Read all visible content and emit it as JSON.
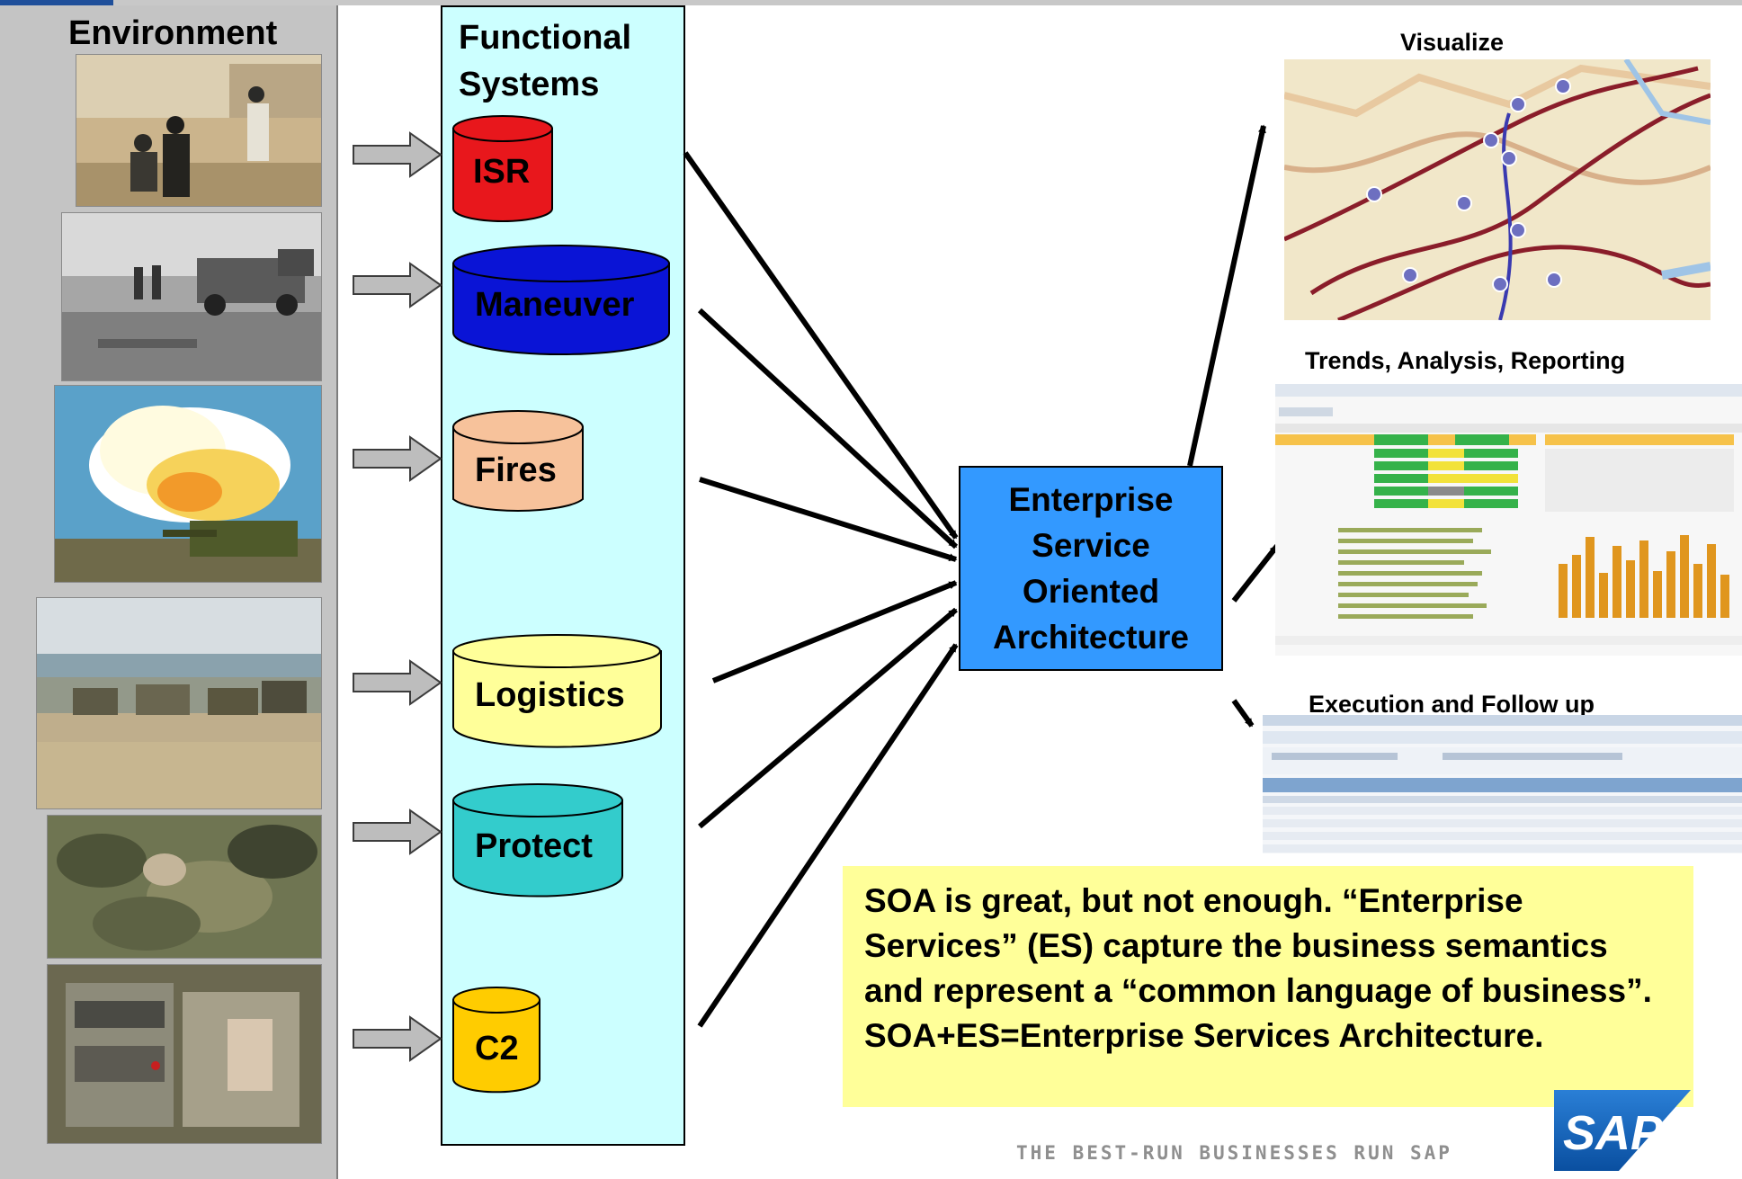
{
  "environment": {
    "title": "Environment"
  },
  "functional_systems": {
    "title_line1": "Functional",
    "title_line2": "Systems",
    "items": [
      {
        "label": "ISR",
        "color": "#e8171c"
      },
      {
        "label": "Maneuver",
        "color": "#0a14d6"
      },
      {
        "label": "Fires",
        "color": "#f7c29b"
      },
      {
        "label": "Logistics",
        "color": "#ffff99"
      },
      {
        "label": "Protect",
        "color": "#33cccc"
      },
      {
        "label": "C2",
        "color": "#ffcc00"
      }
    ]
  },
  "center": {
    "line1": "Enterprise",
    "line2": "Service",
    "line3": "Oriented",
    "line4": "Architecture",
    "color": "#3399ff"
  },
  "outputs": {
    "visualize": "Visualize",
    "trends": "Trends, Analysis, Reporting",
    "execution": "Execution and Follow up"
  },
  "callout": {
    "text": "SOA is great, but not enough. “Enterprise Services” (ES) capture the business semantics and represent a “common language of business”. SOA+ES=Enterprise Services Architecture.",
    "color": "#ffff99"
  },
  "branding": {
    "tagline": "THE BEST-RUN BUSINESSES RUN SAP",
    "logo": "SAP"
  }
}
